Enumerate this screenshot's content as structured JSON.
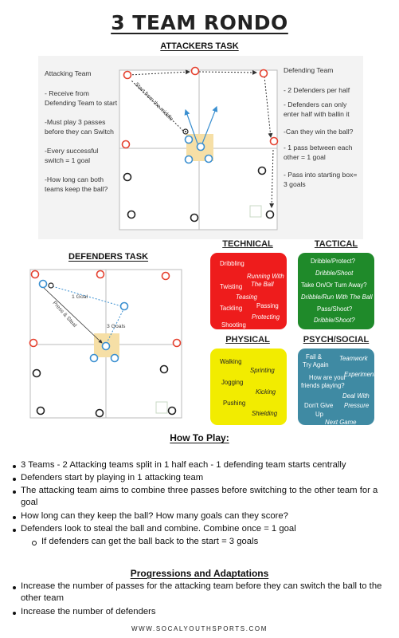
{
  "title": "3 TEAM RONDO",
  "attackers": {
    "heading": "ATTACKERS TASK",
    "left_notes": [
      "Attacking Team",
      "- Receive from Defending Team to start",
      "-Must play 3 passes before they can Switch",
      "-Every successful switch = 1 goal",
      "-How long can both teams keep the ball?"
    ],
    "right_notes": [
      "Defending Team",
      "- 2 Defenders per half",
      "- Defenders can only enter half with ballin it",
      "-Can they win the ball?",
      "- 1 pass between each other = 1 goal",
      "- Pass into starting box= 3 goals"
    ],
    "diagram_label": "Start from the middle"
  },
  "defenders": {
    "heading": "DEFENDERS TASK",
    "label_goal": "1 Goal",
    "label_press": "Press & Steal",
    "label_goals": "3 Goals"
  },
  "colors": {
    "red_player": "#e5412f",
    "blue_player": "#3a8fd0",
    "black_player": "#222222",
    "technical": "#ee1c1c",
    "tactical": "#1f8a2a",
    "physical": "#f2ec00",
    "psych": "#3f8aa3",
    "start_box": "#f6dfa6"
  },
  "corners": {
    "technical": {
      "title": "TECHNICAL",
      "items": [
        "Dribbling",
        "Running With",
        "The Ball",
        "Twisting",
        "Teasing",
        "Tackling",
        "Passing",
        "Protecting",
        "Shooting"
      ]
    },
    "tactical": {
      "title": "TACTICAL",
      "items": [
        "Dribble/Protect?",
        "Dribble/Shoot",
        "Take On/Or Turn Away?",
        "Dribble/Run With The Ball",
        "Pass/Shoot?",
        "Dribble/Shoot?"
      ]
    },
    "physical": {
      "title": "PHYSICAL",
      "items": [
        "Walking",
        "Sprinting",
        "Jogging",
        "Kicking",
        "Pushing",
        "Shielding"
      ]
    },
    "psych": {
      "title": "PSYCH/SOCIAL",
      "items": [
        "Fail &",
        "Try Again",
        "Teamwork",
        "Experiment",
        "How are your",
        "friends playing?",
        "Deal With",
        "Pressure",
        "Don't Give",
        "Up",
        "Next Game"
      ]
    }
  },
  "how_to_play": {
    "heading": "How To Play:",
    "items": [
      "3 Teams - 2 Attacking teams split in 1 half each - 1 defending team starts centrally",
      "Defenders start by playing in 1 attacking team",
      "The attacking team aims to combine three passes before switching to the other team for a goal",
      "How long can they keep the ball? How many goals can they score?",
      "Defenders look to steal the ball and combine. Combine once = 1 goal",
      "If defenders can get the ball back to the start = 3 goals"
    ]
  },
  "progressions": {
    "heading": "Progressions and Adaptations",
    "items": [
      "Increase the number of passes for the attacking team before they can switch the ball to the other team",
      "Increase the number of defenders"
    ]
  },
  "footer": "WWW.SOCALYOUTHSPORTS.COM"
}
